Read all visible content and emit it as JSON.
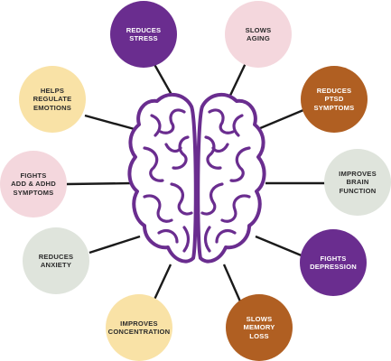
{
  "benefits": [
    {
      "label": "REDUCES\nSTRESS",
      "fill": "#6a2d8f",
      "text_color": "#ffffff"
    },
    {
      "label": "SLOWS\nAGING",
      "fill": "#f4d7dd",
      "text_color": "#2b2b2b"
    },
    {
      "label": "HELPS\nREGULATE\nEMOTIONS",
      "fill": "#f9e2a6",
      "text_color": "#2b2b2b"
    },
    {
      "label": "REDUCES\nPTSD\nSYMPTOMS",
      "fill": "#b05f22",
      "text_color": "#ffffff"
    },
    {
      "label": "FIGHTS\nADD & ADHD\nSYMPTOMS",
      "fill": "#f4d7dd",
      "text_color": "#2b2b2b"
    },
    {
      "label": "IMPROVES\nBRAIN\nFUNCTION",
      "fill": "#dfe4dc",
      "text_color": "#2b2b2b"
    },
    {
      "label": "REDUCES\nANXIETY",
      "fill": "#dfe4dc",
      "text_color": "#2b2b2b"
    },
    {
      "label": "FIGHTS\nDEPRESSION",
      "fill": "#6a2d8f",
      "text_color": "#ffffff"
    },
    {
      "label": "IMPROVES\nCONCENTRATION",
      "fill": "#f9e2a6",
      "text_color": "#2b2b2b"
    },
    {
      "label": "SLOWS\nMEMORY\nLOSS",
      "fill": "#b05f22",
      "text_color": "#ffffff"
    }
  ],
  "colors": {
    "brain_outline": "#6a2d8f",
    "connector": "#1a1a1a",
    "background": "#ffffff"
  },
  "icons": {
    "center": "brain-icon"
  }
}
